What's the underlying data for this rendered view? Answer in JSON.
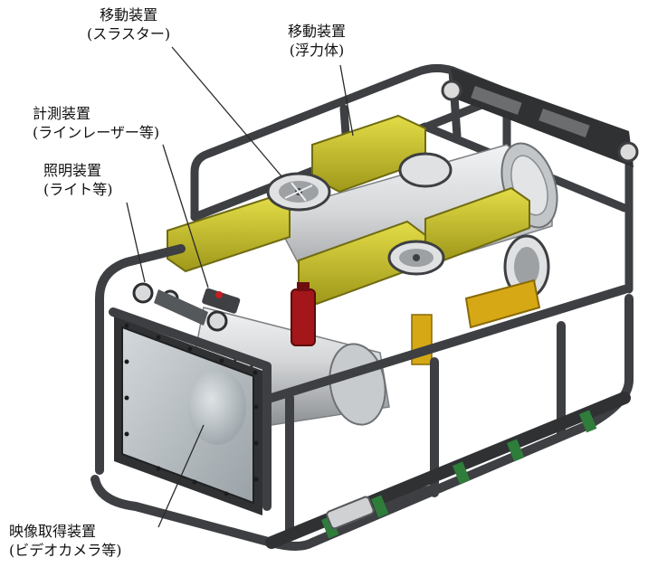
{
  "labels": {
    "thruster": {
      "line1": "移動装置",
      "line2": "(スラスター)"
    },
    "float": {
      "line1": "移動装置",
      "line2": "(浮力体)"
    },
    "measurement": {
      "line1": "計測装置",
      "line2": "(ラインレーザー等)"
    },
    "lighting": {
      "line1": "照明装置",
      "line2": "(ライト等)"
    },
    "camera": {
      "line1": "映像取得装置",
      "line2": "(ビデオカメラ等)"
    }
  },
  "colors": {
    "frame": "#3d3f42",
    "float_yellow": "#c9c22a",
    "cylinder_silver": "#cfd1d3",
    "accent_red": "#a3161a",
    "brass": "#d6a815",
    "window_glass": "#b9c0c4"
  }
}
